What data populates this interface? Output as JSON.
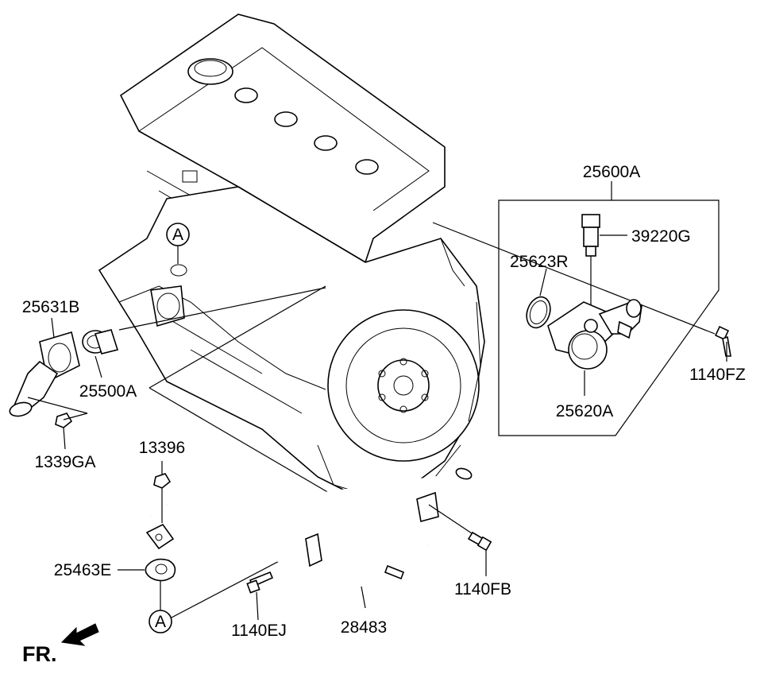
{
  "labels": {
    "p25600A": "25600A",
    "p39220G": "39220G",
    "p25623R": "25623R",
    "p1140FZ": "1140FZ",
    "p25620A": "25620A",
    "p25631B": "25631B",
    "p25500A": "25500A",
    "p1339GA": "1339GA",
    "p13396": "13396",
    "p25463E": "25463E",
    "p1140FB": "1140FB",
    "p1140EJ": "1140EJ",
    "p28483": "28483",
    "refA_top": "A",
    "refA_bottom": "A",
    "front": "FR."
  }
}
